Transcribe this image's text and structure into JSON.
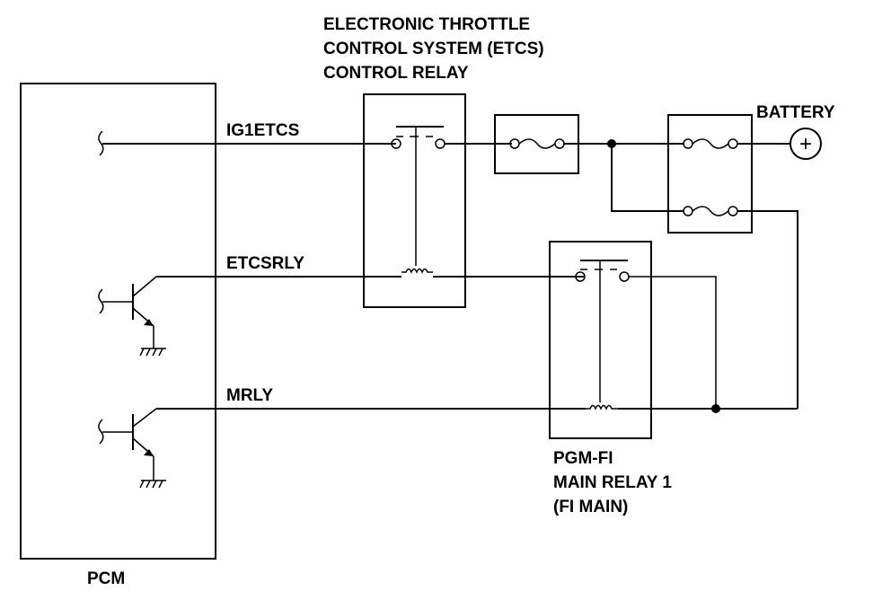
{
  "labels": {
    "etcs_relay_line1": "ELECTRONIC THROTTLE",
    "etcs_relay_line2": "CONTROL SYSTEM (ETCS)",
    "etcs_relay_line3": "CONTROL RELAY",
    "battery": "BATTERY",
    "ig1etcs": "IG1ETCS",
    "etcsrly": "ETCSRLY",
    "mrly": "MRLY",
    "main_relay_line1": "PGM-FI",
    "main_relay_line2": "MAIN RELAY 1",
    "main_relay_line3": "(FI MAIN)",
    "pcm": "PCM"
  },
  "battery_symbol": "+"
}
